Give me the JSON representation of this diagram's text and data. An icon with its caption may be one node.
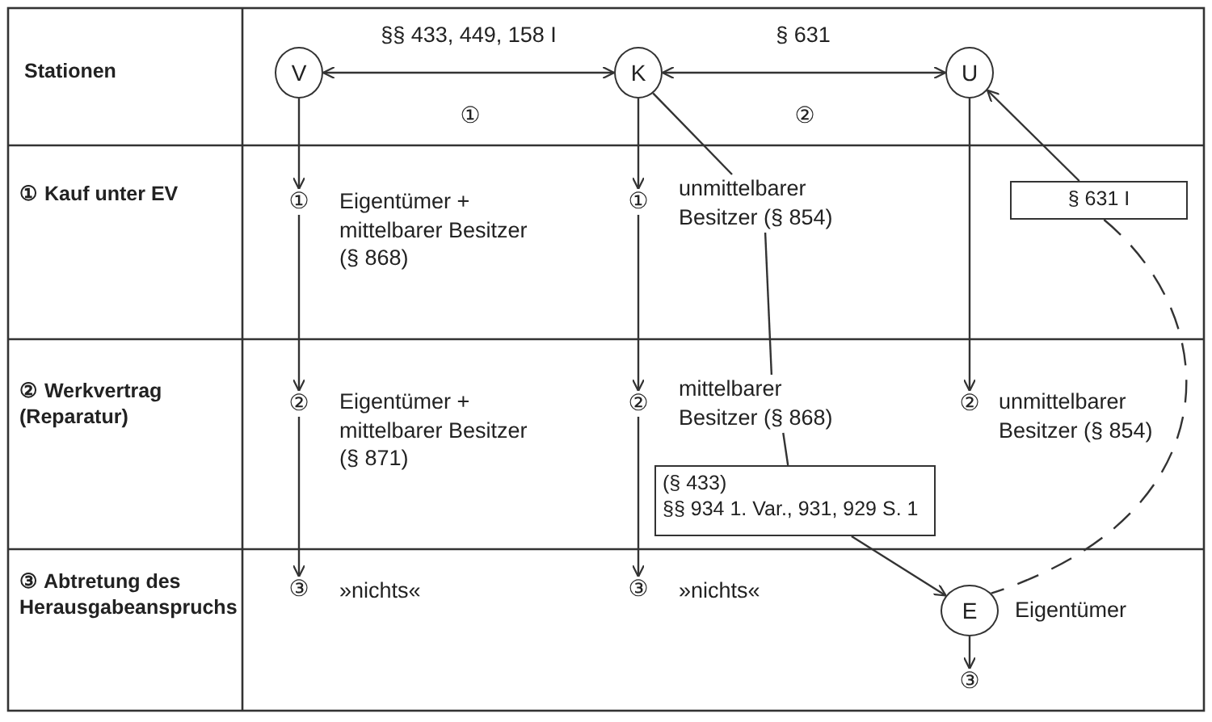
{
  "diagram": {
    "nodes": [
      {
        "text": [
          "V"
        ]
      },
      {
        "text": [
          "K"
        ]
      },
      {
        "text": [
          "U"
        ]
      },
      {
        "text": [
          "E"
        ],
        "beside": [
          "Eigentümer"
        ]
      },
      {
        "text": [
          "①"
        ]
      },
      {
        "text": [
          "②"
        ]
      },
      {
        "text": [
          "③"
        ]
      },
      {
        "text": [
          "①"
        ]
      },
      {
        "text": [
          "②"
        ]
      },
      {
        "text": [
          "③"
        ]
      },
      {
        "text": [
          "②"
        ]
      },
      {
        "text": [
          "③"
        ]
      },
      {
        "text": [
          "§ 631 I"
        ]
      },
      {
        "text": [
          "(§ 433)",
          "§§ 934 1. Var., 931, 929 S. 1"
        ]
      },
      {
        "text": [
          "unmittelbarer Besitzer (§ 854)"
        ]
      },
      {
        "text": [
          "mittelbarer Besitzer (§ 868)"
        ]
      }
    ],
    "edges": [
      {
        "from": 0,
        "to": 1,
        "arrow": "both",
        "label": "§§ 433, 449, 158 I"
      },
      {
        "from": 1,
        "to": 2,
        "arrow": "both",
        "label": "§ 631"
      },
      {
        "from": 0,
        "to": 4,
        "arrow": "to"
      },
      {
        "from": 4,
        "to": 5,
        "arrow": "to"
      },
      {
        "from": 5,
        "to": 6,
        "arrow": "to"
      },
      {
        "from": 1,
        "to": 7,
        "arrow": "to"
      },
      {
        "from": 7,
        "to": 8,
        "arrow": "to"
      },
      {
        "from": 8,
        "to": 9,
        "arrow": "to"
      },
      {
        "from": 2,
        "to": 10,
        "arrow": "to"
      },
      {
        "from": 3,
        "to": 11,
        "arrow": "to"
      },
      {
        "from": 1,
        "to": 14,
        "arrow": "none"
      },
      {
        "from": 14,
        "to": 15,
        "arrow": "none"
      },
      {
        "from": 15,
        "to": 13,
        "arrow": "none"
      },
      {
        "from": 13,
        "to": 3,
        "arrow": "to"
      },
      {
        "from": 12,
        "to": 2,
        "arrow": "to"
      },
      {
        "from": 12,
        "to": 3,
        "arrow": "none",
        "style": "dashed"
      }
    ],
    "labels": [
      "Stationen",
      "①",
      "②",
      "① Kauf unter EV",
      "Eigentümer + mittelbarer Besitzer (§ 868)",
      "② Werkvertrag (Reparatur)",
      "Eigentümer + mittelbarer Besitzer (§ 871)",
      "unmittelbarer Besitzer (§ 854)",
      "③ Abtretung des Herausgabeanspruchs",
      "»nichts«",
      "»nichts«"
    ]
  }
}
